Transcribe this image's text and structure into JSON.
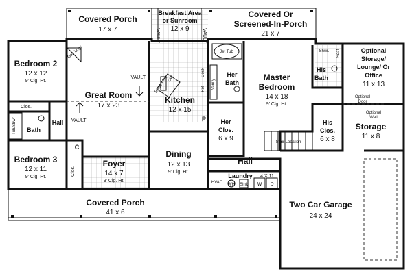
{
  "plan": {
    "rooms": {
      "porch_rear_left": {
        "name": "Covered Porch",
        "dims": "17 x 7"
      },
      "breakfast": {
        "name_1": "Breakfast Area",
        "name_2": "or Sunroom",
        "dims": "12 x 9"
      },
      "porch_rear_right": {
        "name": "Covered Or",
        "name_2": "Screened-In-Porch",
        "dims": "21 x 7"
      },
      "bedroom2": {
        "name": "Bedroom 2",
        "dims": "12 x 12",
        "ceiling": "9' Clg. Ht."
      },
      "great_room": {
        "name": "Great Room",
        "dims": "17 x 23"
      },
      "kitchen": {
        "name": "Kitchen",
        "dims": "12 x 15"
      },
      "her_bath": {
        "name": "Her",
        "name_2": "Bath"
      },
      "master": {
        "name": "Master",
        "name_2": "Bedroom",
        "dims": "14 x 18",
        "ceiling": "9' Clg. Ht."
      },
      "his_bath": {
        "name": "His",
        "name_2": "Bath"
      },
      "office": {
        "name_1": "Optional",
        "name_2": "Storage/",
        "name_3": "Lounge/ Or",
        "name_4": "Office",
        "dims": "11 x 13"
      },
      "bath": {
        "name": "Bath"
      },
      "hall_left": {
        "name": "Hall"
      },
      "her_closet": {
        "name": "Her",
        "name_2": "Clos.",
        "dims": "6 x 9"
      },
      "his_closet": {
        "name": "His",
        "name_2": "Clos.",
        "dims": "6 x 8"
      },
      "storage": {
        "name": "Storage",
        "dims": "11 x 8"
      },
      "bedroom3": {
        "name": "Bedroom 3",
        "dims": "12 x 11",
        "ceiling": "9' Clg. Ht."
      },
      "foyer": {
        "name": "Foyer",
        "dims": "14 x 7",
        "ceiling": "9' Clg. Ht."
      },
      "dining": {
        "name": "Dining",
        "dims": "12 x 13",
        "ceiling": "9' Clg. Ht."
      },
      "hall_center": {
        "name": "Hall"
      },
      "laundry": {
        "name": "Laundry",
        "dims": "4 X 11"
      },
      "porch_front": {
        "name": "Covered Porch",
        "dims": "41 x 6"
      },
      "garage": {
        "name": "Two Car Garage",
        "dims": "24 x 24"
      }
    },
    "labels": {
      "jet_tub": "Jet Tub",
      "gas_logs": "Gas Logs",
      "vault": "VAULT",
      "clos_top": "Clos.",
      "clos_side": "Clos.",
      "tub_shwr": "Tub/Shwr",
      "c": "C",
      "shwr": "Shwr.",
      "seat": "Seat",
      "desk": "Desk",
      "ref": "Ref",
      "vanity": "Vanity",
      "p": "P",
      "dw": "DW",
      "raised_bar": "Raised Bar",
      "stair_location": "Stair Location",
      "optional_door_1": "Optional",
      "optional_door_2": "Door",
      "optional_wall_1": "Optional",
      "optional_wall_2": "Wall",
      "hvac": "HVAC",
      "wh": "WH",
      "sink": "Sink",
      "w": "W",
      "d": "D"
    }
  }
}
